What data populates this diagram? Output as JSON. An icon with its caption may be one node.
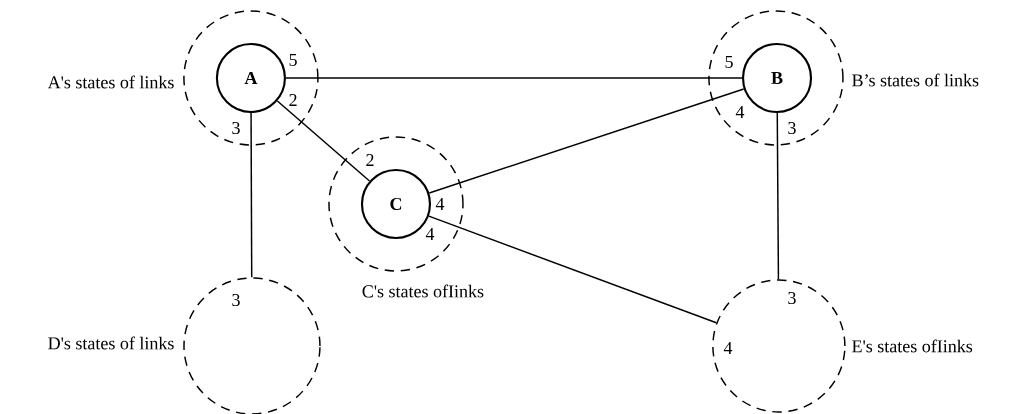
{
  "diagram": {
    "nodes": [
      {
        "text": [],
        "shape": "circle",
        "beside": [
          "A's states of links"
        ]
      },
      {
        "text": [
          "A"
        ],
        "in": 0
      },
      {
        "text": [],
        "shape": "circle",
        "beside": [
          "B’s states of links"
        ]
      },
      {
        "text": [
          "B"
        ],
        "in": 2
      },
      {
        "text": [],
        "shape": "circle",
        "beside": [
          "C's states ofIinks"
        ]
      },
      {
        "text": [
          "C"
        ],
        "in": 4
      },
      {
        "text": [],
        "shape": "circle",
        "beside": [
          "D's states of links"
        ]
      },
      {
        "text": [],
        "shape": "circle",
        "beside": [
          "E's states ofIinks"
        ]
      }
    ],
    "edges": [
      {
        "from": 1,
        "to": 3,
        "arrow": "none"
      },
      {
        "from": 1,
        "to": 5,
        "arrow": "none"
      },
      {
        "from": 1,
        "to": 6,
        "arrow": "none"
      },
      {
        "from": 3,
        "to": 5,
        "arrow": "none"
      },
      {
        "from": 3,
        "to": 7,
        "arrow": "none"
      },
      {
        "from": 5,
        "to": 7,
        "arrow": "none"
      }
    ],
    "labels": [
      "5",
      "2",
      "3",
      "5",
      "4",
      "3",
      "2",
      "4",
      "4",
      "3",
      "3",
      "4"
    ]
  }
}
